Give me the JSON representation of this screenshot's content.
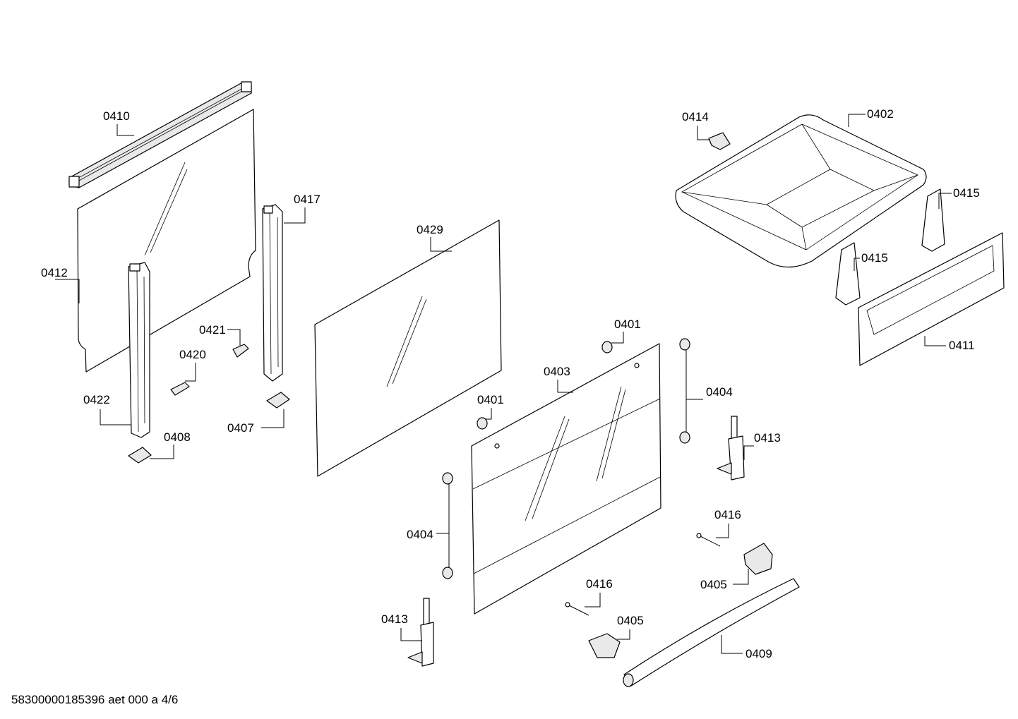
{
  "labels": {
    "0410": "0410",
    "0412": "0412",
    "0417": "0417",
    "0421": "0421",
    "0420": "0420",
    "0422": "0422",
    "0408": "0408",
    "0407": "0407",
    "0429": "0429",
    "0401a": "0401",
    "0401b": "0401",
    "0403": "0403",
    "0404a": "0404",
    "0404b": "0404",
    "0413a": "0413",
    "0413b": "0413",
    "0416a": "0416",
    "0416b": "0416",
    "0405a": "0405",
    "0405b": "0405",
    "0409": "0409",
    "0414": "0414",
    "0402": "0402",
    "0415a": "0415",
    "0415b": "0415",
    "0411": "0411"
  },
  "footer": "58300000185396 aet 000 a 4/6"
}
